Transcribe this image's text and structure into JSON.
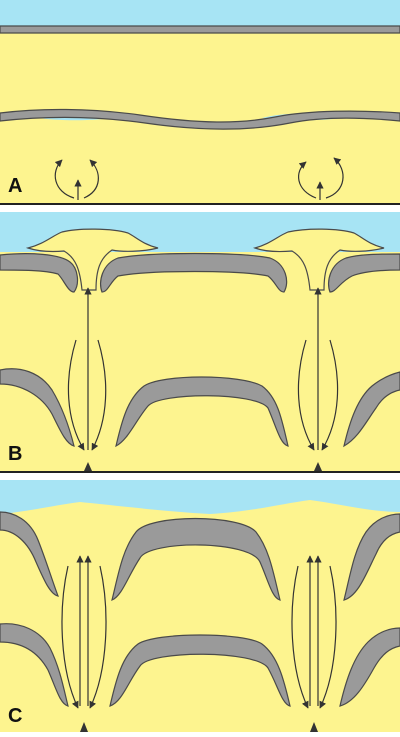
{
  "panels": [
    {
      "id": "A",
      "label": "A"
    },
    {
      "id": "B",
      "label": "B"
    },
    {
      "id": "C",
      "label": "C"
    }
  ],
  "colors": {
    "water": "#a7e4f4",
    "sediment": "#fdf48f",
    "layer": "#9a9a9a",
    "outline": "#4a4a4a",
    "arrow": "#333333",
    "border": "#222222"
  },
  "icons": {
    "flow_arrow": "arrow-icon",
    "vent": "triangle-icon"
  }
}
